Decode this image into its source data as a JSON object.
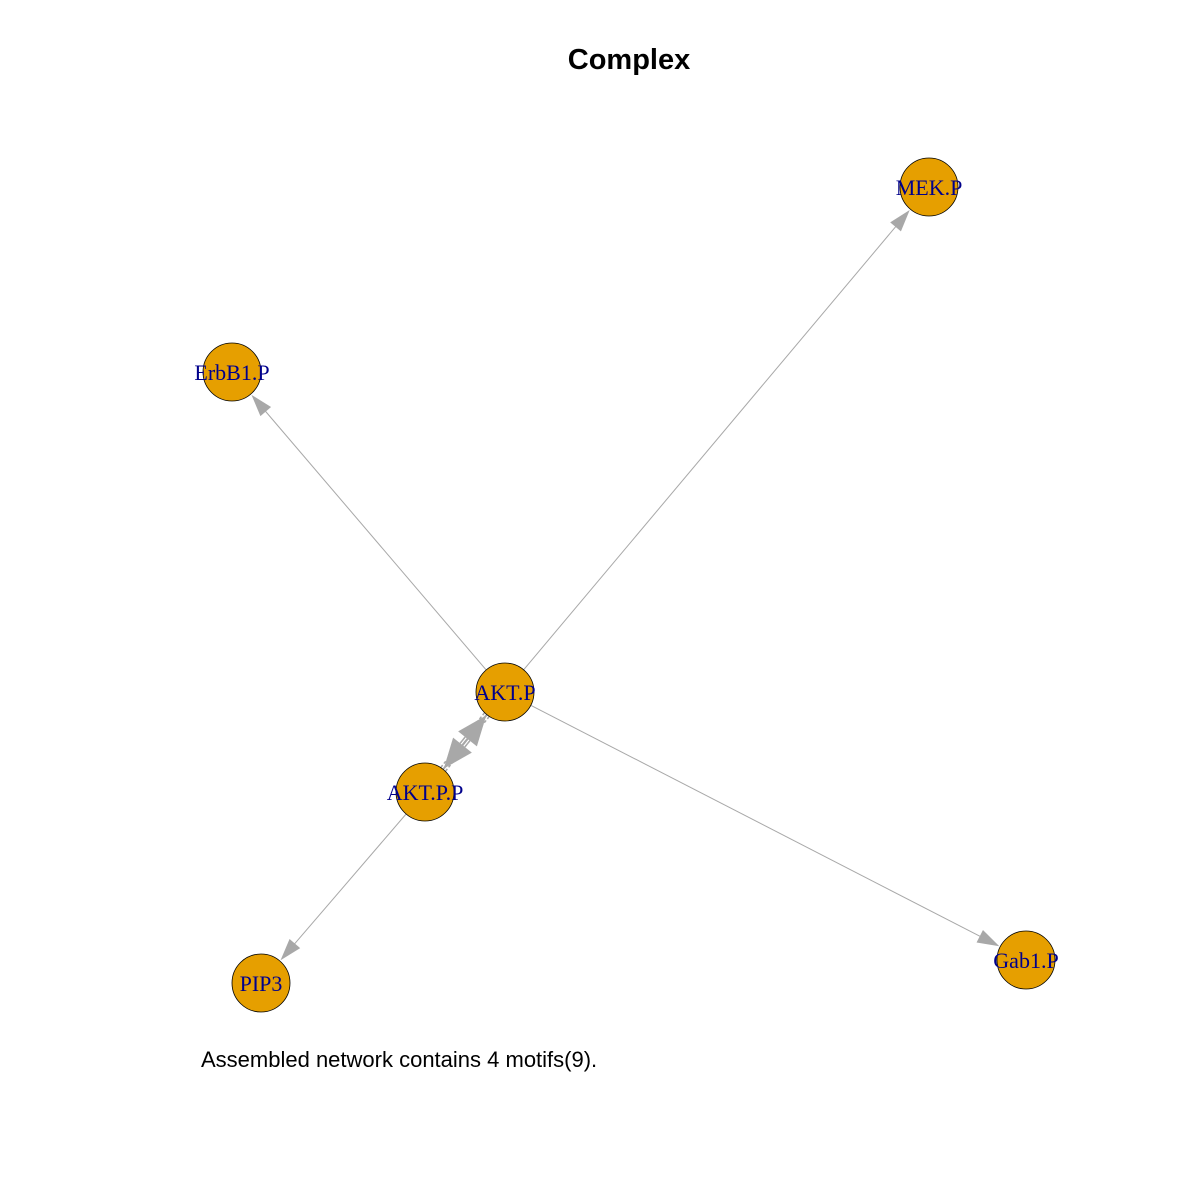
{
  "title": "Complex",
  "caption": "Assembled network contains 4 motifs(9).",
  "colors": {
    "node_fill": "#E69F00",
    "node_stroke": "#000000",
    "edge": "#A8A8A8",
    "label": "#00008B"
  },
  "nodes": [
    {
      "id": "MEK.P",
      "label": "MEK.P"
    },
    {
      "id": "ErbB1.P",
      "label": "ErbB1.P"
    },
    {
      "id": "AKT.P",
      "label": "AKT.P"
    },
    {
      "id": "AKT.P.P",
      "label": "AKT.P.P"
    },
    {
      "id": "PIP3",
      "label": "PIP3"
    },
    {
      "id": "Gab1.P",
      "label": "Gab1.P"
    }
  ],
  "edges": [
    {
      "from": "AKT.P",
      "to": "MEK.P"
    },
    {
      "from": "AKT.P",
      "to": "ErbB1.P"
    },
    {
      "from": "AKT.P",
      "to": "Gab1.P"
    },
    {
      "from": "AKT.P.P",
      "to": "PIP3"
    },
    {
      "from": "AKT.P",
      "to": "AKT.P.P"
    },
    {
      "from": "AKT.P.P",
      "to": "AKT.P"
    }
  ]
}
